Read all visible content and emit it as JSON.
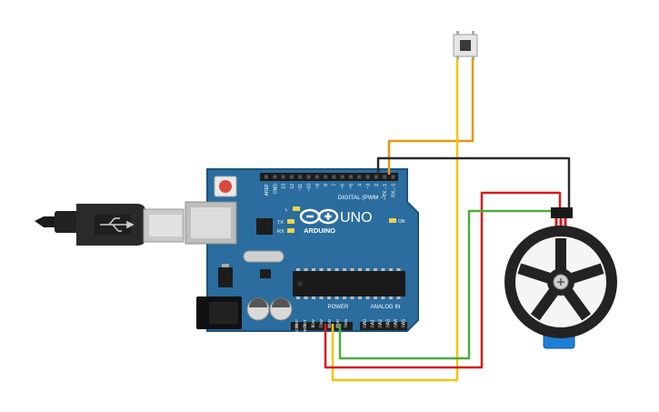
{
  "board": {
    "brand": "ARDUINO",
    "model": "UNO",
    "digital_label": "DIGITAL (PWM ~)",
    "power_label": "POWER",
    "analog_label": "ANALOG IN",
    "led_l": "L",
    "led_tx": "TX",
    "led_rx": "RX",
    "on_label": "ON",
    "digital_pins": [
      "AREF",
      "GND",
      "13",
      "12",
      "~11",
      "~10",
      "~9",
      "8",
      "7",
      "~6",
      "~5",
      "4",
      "~3",
      "2",
      "TX→1",
      "RX←0"
    ],
    "power_pins": [
      "IOREF",
      "RESET",
      "3.3V",
      "5V",
      "GND",
      "GND",
      "Vin"
    ],
    "analog_pins": [
      "A0",
      "A1",
      "A2",
      "A3",
      "A4",
      "A5"
    ]
  },
  "colors": {
    "board": "#2a6d9e",
    "board_dark": "#1e5379",
    "wire_orange": "#e8960e",
    "wire_yellow": "#f2c40f",
    "wire_red": "#d7191c",
    "wire_green": "#4cae3b",
    "wire_black": "#2b2b2b",
    "servo_blue": "#1e7fd6"
  }
}
